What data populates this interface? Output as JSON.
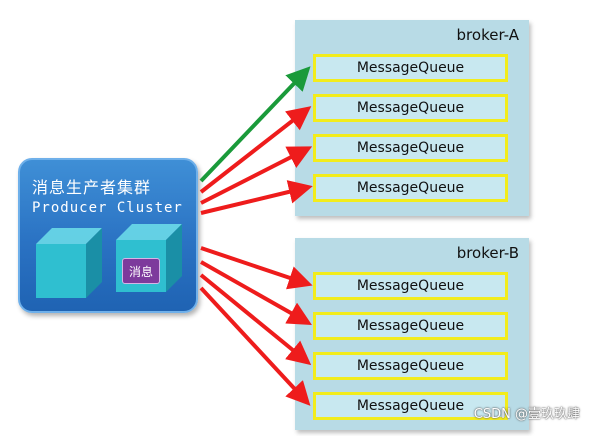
{
  "cluster": {
    "title": "消息生产者集群",
    "subtitle": "Producer Cluster",
    "message_badge": "消息"
  },
  "brokers": [
    {
      "name": "broker-A",
      "queues": [
        "MessageQueue",
        "MessageQueue",
        "MessageQueue",
        "MessageQueue"
      ]
    },
    {
      "name": "broker-B",
      "queues": [
        "MessageQueue",
        "MessageQueue",
        "MessageQueue",
        "MessageQueue"
      ]
    }
  ],
  "selected_queue": "broker-A queue 1",
  "colors": {
    "broker_bg": "#b8dbe6",
    "queue_border": "#f2ec1c",
    "cluster_blue": "#2a72c3",
    "arrow_selected": "#1a9a3a",
    "arrow_default": "#ee1c1c"
  },
  "watermark": "CSDN @壹玖玖肆"
}
